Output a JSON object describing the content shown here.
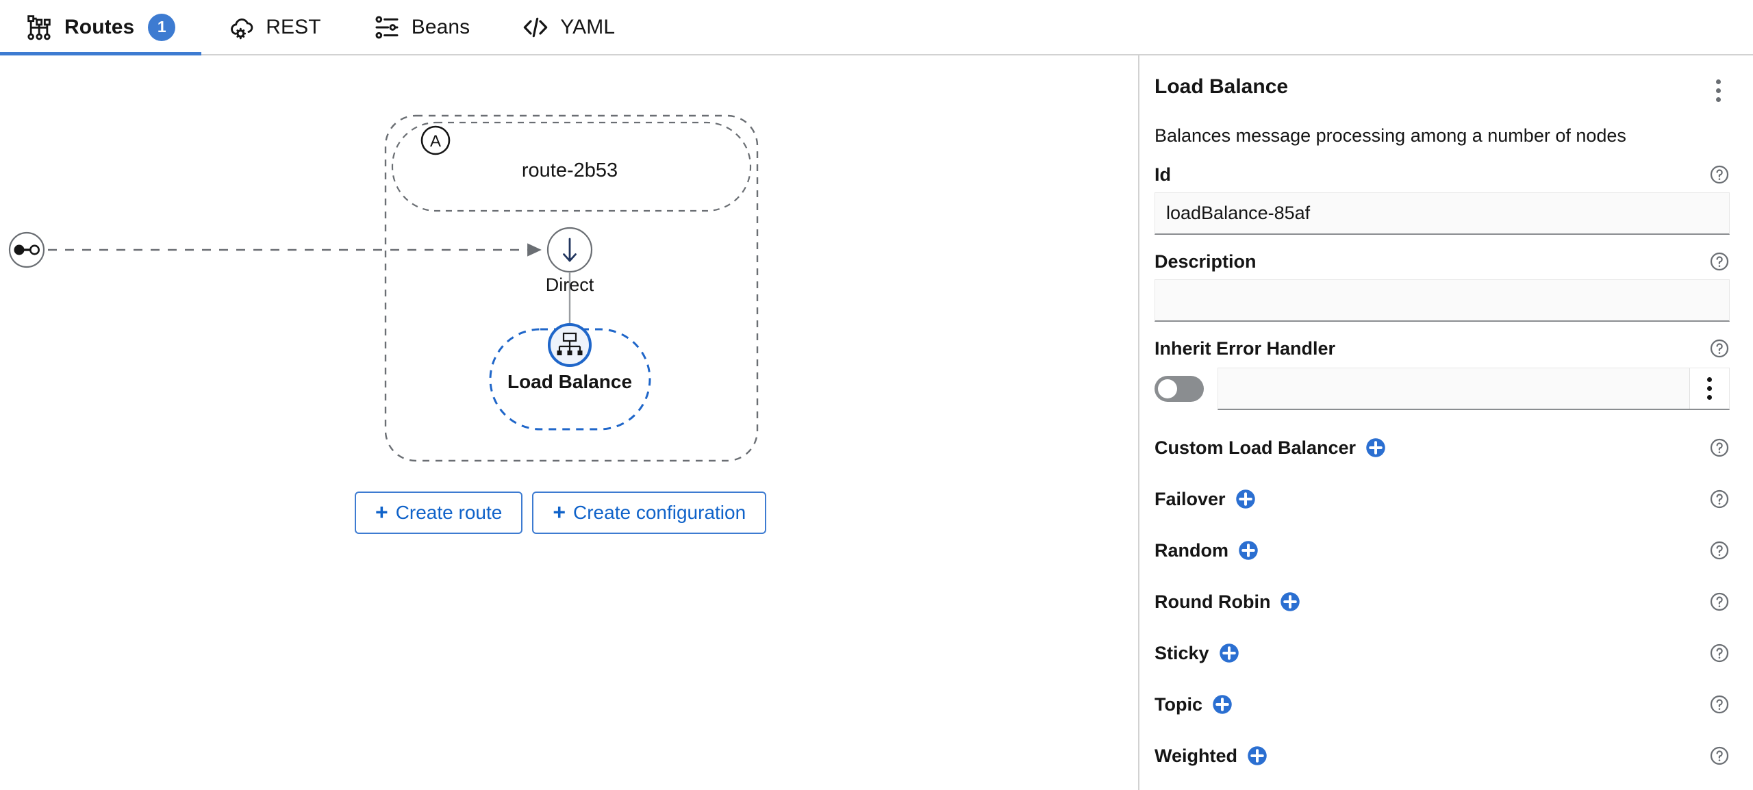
{
  "colors": {
    "accent": "#3d7bd1",
    "link": "#0f62c9",
    "text": "#151515",
    "muted": "#6a6e73",
    "border": "#d2d2d2",
    "node_stroke": "#6a6e73",
    "selected": "#1f66c9"
  },
  "tabs": [
    {
      "label": "Routes",
      "icon": "routes-topology-icon",
      "active": true,
      "badge": "1"
    },
    {
      "label": "REST",
      "icon": "cloud-gear-icon",
      "active": false,
      "badge": null
    },
    {
      "label": "Beans",
      "icon": "sliders-icon",
      "active": false,
      "badge": null
    },
    {
      "label": "YAML",
      "icon": "code-brackets-icon",
      "active": false,
      "badge": null
    }
  ],
  "canvas": {
    "start_node": {
      "icon": "direct-endpoint-icon",
      "name": "start-endpoint"
    },
    "route_group": {
      "title": "route-2b53",
      "marker": "A"
    },
    "nodes": [
      {
        "id": "direct",
        "label": "Direct",
        "icon": "arrow-down-icon",
        "selected": false
      },
      {
        "id": "load-balance",
        "label": "Load Balance",
        "icon": "load-balance-icon",
        "selected": true
      }
    ],
    "buttons": [
      {
        "label": "Create route",
        "icon": "plus-icon"
      },
      {
        "label": "Create configuration",
        "icon": "plus-icon"
      }
    ]
  },
  "panel": {
    "title": "Load Balance",
    "kebab_icon": "kebab-menu-icon",
    "description": "Balances message processing among a number of nodes",
    "fields": [
      {
        "label": "Id",
        "value": "loadBalance-85af",
        "placeholder": "",
        "help_icon": "help-circle-icon",
        "type": "text"
      },
      {
        "label": "Description",
        "value": "",
        "placeholder": "",
        "help_icon": "help-circle-icon",
        "type": "text"
      },
      {
        "label": "Inherit Error Handler",
        "value": "",
        "placeholder": "",
        "help_icon": "help-circle-icon",
        "type": "toggle",
        "toggle_on": false
      }
    ],
    "load_balancers": [
      {
        "label": "Custom Load Balancer",
        "add_icon": "plus-circle-icon",
        "help_icon": "help-circle-icon"
      },
      {
        "label": "Failover",
        "add_icon": "plus-circle-icon",
        "help_icon": "help-circle-icon"
      },
      {
        "label": "Random",
        "add_icon": "plus-circle-icon",
        "help_icon": "help-circle-icon"
      },
      {
        "label": "Round Robin",
        "add_icon": "plus-circle-icon",
        "help_icon": "help-circle-icon"
      },
      {
        "label": "Sticky",
        "add_icon": "plus-circle-icon",
        "help_icon": "help-circle-icon"
      },
      {
        "label": "Topic",
        "add_icon": "plus-circle-icon",
        "help_icon": "help-circle-icon"
      },
      {
        "label": "Weighted",
        "add_icon": "plus-circle-icon",
        "help_icon": "help-circle-icon"
      }
    ]
  }
}
